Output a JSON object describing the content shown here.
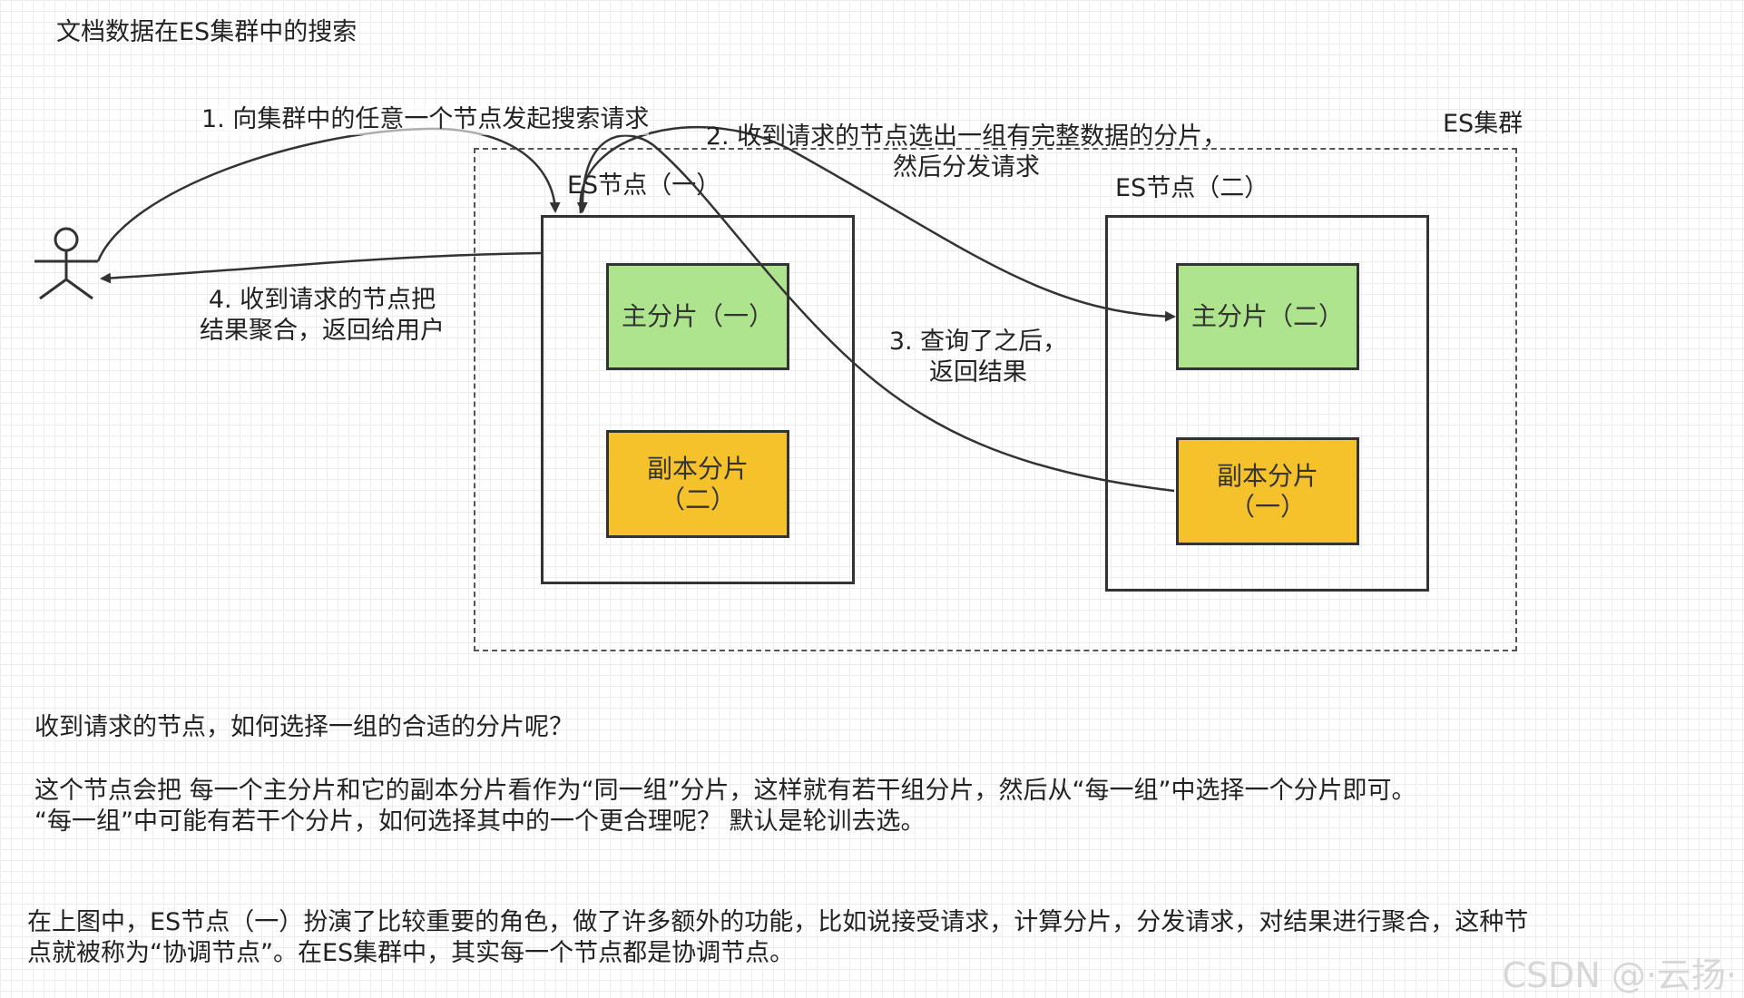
{
  "title": "文档数据在ES集群中的搜索",
  "cluster_label": "ES集群",
  "nodes": {
    "node1": {
      "label": "ES节点（一）",
      "primary": "主分片（一）",
      "replica_line1": "副本分片",
      "replica_line2": "（二）"
    },
    "node2": {
      "label": "ES节点（二）",
      "primary": "主分片（二）",
      "replica_line1": "副本分片",
      "replica_line2": "（一）"
    }
  },
  "steps": {
    "step1": "1. 向集群中的任意一个节点发起搜索请求",
    "step2_line1": "2. 收到请求的节点选出一组有完整数据的分片，",
    "step2_line2": "然后分发请求",
    "step3_line1": "3. 查询了之后，",
    "step3_line2": "返回结果",
    "step4_line1": "4. 收到请求的节点把",
    "step4_line2": "结果聚合，返回给用户"
  },
  "notes": {
    "q1": "收到请求的节点，如何选择一组的合适的分片呢？",
    "p1": "这个节点会把 每一个主分片和它的副本分片看作为“同一组”分片，这样就有若干组分片，然后从“每一组”中选择一个分片即可。",
    "p2": "“每一组”中可能有若干个分片，如何选择其中的一个更合理呢？ 默认是轮训去选。",
    "p3_line1": "在上图中，ES节点（一）扮演了比较重要的角色，做了许多额外的功能，比如说接受请求，计算分片，分发请求，对结果进行聚合，这种节",
    "p3_line2": "点就被称为“协调节点”。在ES集群中，其实每一个节点都是协调节点。"
  },
  "watermark": "CSDN @·云扬·",
  "colors": {
    "primary_shard": "#aee48e",
    "replica_shard": "#f6c22b",
    "line": "#333333"
  },
  "icons": {
    "user": "stick-figure-actor-icon"
  }
}
